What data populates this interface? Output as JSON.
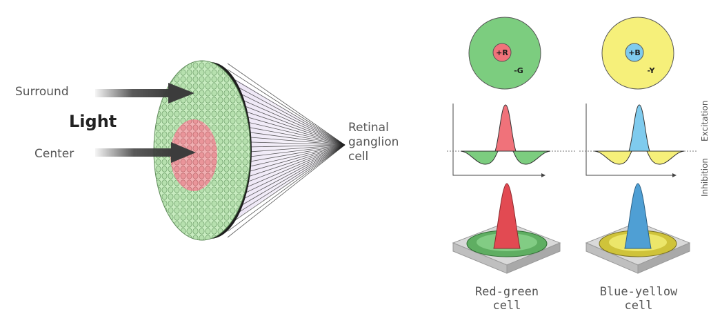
{
  "labels": {
    "surround": "Surround",
    "light": "Light",
    "center": "Center",
    "retinal_line1": "Retinal",
    "retinal_line2": "ganglion",
    "retinal_line3": "cell",
    "excitation": "Excitation",
    "inhibition": "Inhibition"
  },
  "cells": [
    {
      "center_label": "+R",
      "surround_label": "-G",
      "caption_line1": "Red-green",
      "caption_line2": "cell",
      "center_color": "#f0727a",
      "surround_color": "#7ccd7f"
    },
    {
      "center_label": "+B",
      "surround_label": "-Y",
      "caption_line1": "Blue-yellow",
      "caption_line2": "cell",
      "center_color": "#7fcbee",
      "surround_color": "#f6f07a"
    }
  ],
  "colors": {
    "cone_light": "#c6eabf",
    "cone_dark": "#2a2a2a",
    "center_spot": "#f08a96",
    "fan_fill": "#e2d8f0",
    "arrow": "#3c3c3c"
  }
}
